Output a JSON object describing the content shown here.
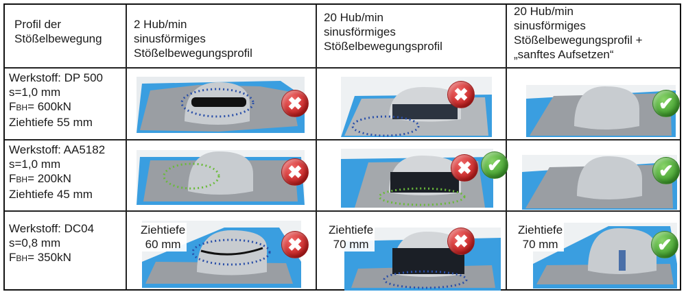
{
  "header": {
    "col0": [
      "Profil der",
      "Stößelbewegung"
    ],
    "col1": [
      "2 Hub/min",
      "sinusförmiges",
      "Stößelbewegungsprofil"
    ],
    "col2": [
      "20 Hub/min",
      "sinusförmiges",
      "Stößelbewegungsprofil"
    ],
    "col3": [
      "20 Hub/min",
      "sinusförmiges",
      "Stößelbewegungsprofil +",
      "„sanftes Aufsetzen“"
    ]
  },
  "rows": [
    {
      "material": "Werkstoff: DP 500",
      "thickness": "s=1,0 mm",
      "force_prefix": "F",
      "force_sub": "BH",
      "force_value": "= 600kN",
      "depth": "Ziehtiefe 55 mm",
      "results": [
        {
          "badges": [
            "fail"
          ],
          "defect_marker": "blue-dotted-ellipse",
          "overlay_depth": null
        },
        {
          "badges": [
            "fail"
          ],
          "defect_marker": "blue-dotted-ellipse",
          "overlay_depth": null
        },
        {
          "badges": [
            "pass"
          ],
          "defect_marker": null,
          "overlay_depth": null
        }
      ]
    },
    {
      "material": "Werkstoff: AA5182",
      "thickness": "s=1,0 mm",
      "force_prefix": "F",
      "force_sub": "BH",
      "force_value": "= 200kN",
      "depth": "Ziehtiefe 45 mm",
      "results": [
        {
          "badges": [
            "fail"
          ],
          "defect_marker": "green-dotted-ellipse",
          "overlay_depth": null
        },
        {
          "badges": [
            "fail",
            "pass"
          ],
          "defect_marker": "green-dotted-ellipse",
          "overlay_depth": null
        },
        {
          "badges": [
            "pass"
          ],
          "defect_marker": null,
          "overlay_depth": null
        }
      ]
    },
    {
      "material": "Werkstoff: DC04",
      "thickness": "s=0,8 mm",
      "force_prefix": "F",
      "force_sub": "BH",
      "force_value": "= 350kN",
      "depth": "",
      "results": [
        {
          "badges": [
            "fail"
          ],
          "defect_marker": "blue-dotted-ellipse",
          "overlay_depth": [
            "Ziehtiefe",
            "60 mm"
          ]
        },
        {
          "badges": [
            "fail"
          ],
          "defect_marker": "blue-dotted-ellipse",
          "overlay_depth": [
            "Ziehtiefe",
            "70 mm"
          ]
        },
        {
          "badges": [
            "pass"
          ],
          "defect_marker": null,
          "overlay_depth": [
            "Ziehtiefe",
            "70 mm"
          ]
        }
      ]
    }
  ],
  "icons": {
    "fail": "✖",
    "pass": "✔"
  },
  "colors": {
    "fail": "#c41f1f",
    "pass": "#3f9e2c",
    "background_blue": "#3a9ee0",
    "marker_blue": "#2a4fa8",
    "marker_green": "#6aba3a"
  }
}
